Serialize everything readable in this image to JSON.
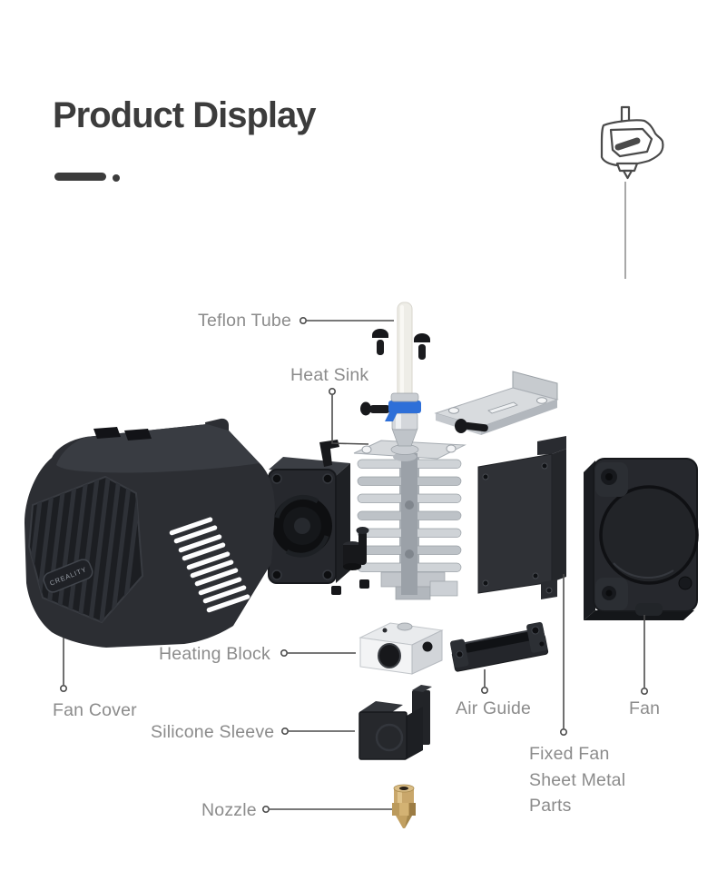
{
  "header": {
    "title": "Product Display"
  },
  "brand": {
    "logo_text": "CREALITY"
  },
  "icons": {
    "corner": "hotend-outline-icon"
  },
  "diagram": {
    "labels": {
      "teflon_tube": "Teflon Tube",
      "heat_sink": "Heat Sink",
      "heating_block": "Heating Block",
      "fan_cover": "Fan Cover",
      "silicone_sleeve": "Silicone Sleeve",
      "air_guide": "Air Guide",
      "fan": "Fan",
      "fixed_fan_sheet_metal": "Fixed Fan Sheet Metal Parts",
      "nozzle": "Nozzle"
    }
  },
  "colors": {
    "background": "#ffffff",
    "title_text": "#3c3c3c",
    "label_text": "#8b8b8b",
    "leader_line": "#4c4c4c",
    "accent_blue": "#2e6fd8",
    "brass": "#c8a668",
    "part_black": "#26282d",
    "part_silver": "#ccd0d5"
  }
}
